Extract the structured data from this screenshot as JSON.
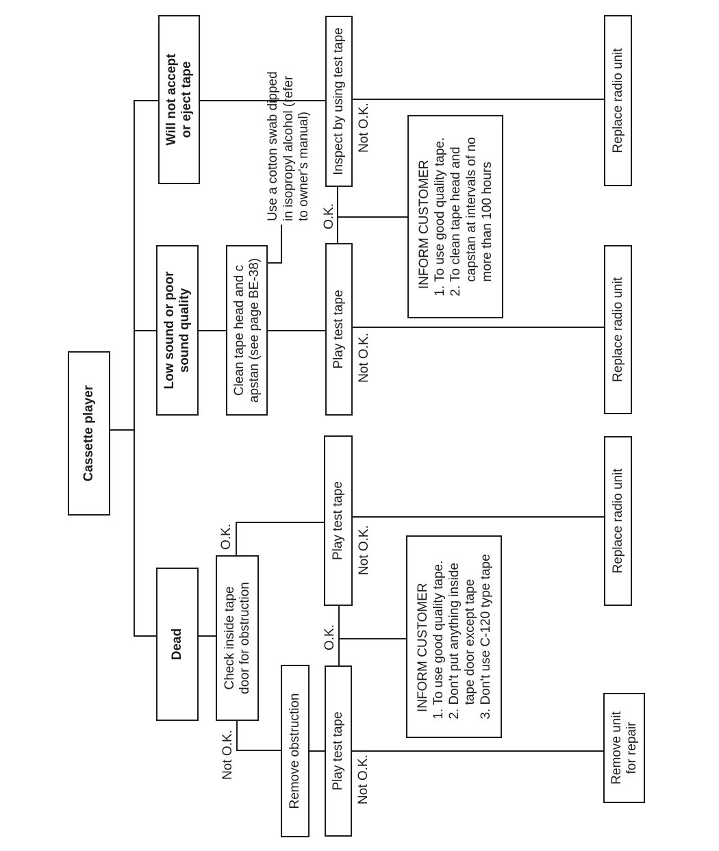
{
  "colors": {
    "ink": "#1c1c1c",
    "paper": "#ffffff"
  },
  "nodes": {
    "root": "Cassette player",
    "dead": "Dead",
    "low_sound": "Low sound or poor\nsound quality",
    "will_not_accept": "Will not accept\nor eject tape",
    "check_inside": "Check inside tape\ndoor for obstruction",
    "clean_head": "Clean tape head and c\napstan (see page BE-38)",
    "remove_obstruction": "Remove obstruction",
    "play_test_dead_not_ok": "Play test tape",
    "play_test_dead_ok": "Play test tape",
    "play_test_low": "Play test tape",
    "inspect_test": "Inspect by using test tape",
    "inform_dead": "  INFORM CUSTOMER\n1. To use good quality tape.\n2. Don't put anything inside\n    tape door except tape\n3. Don't use C-120 type tape",
    "inform_low": "  INFORM CUSTOMER\n1. To use good quality tape.\n2. To clean tape head and\n    capstan at intervals of no\n    more than 100 hours",
    "remove_unit": "Remove unit\nfor repair",
    "replace_radio_dead": "Replace radio unit",
    "replace_radio_low": "Replace radio unit",
    "replace_radio_wna": "Replace radio unit"
  },
  "annotation": "Use a cotton swab dipped\nin isopropyl alcohol (refer\nto owner's manual)",
  "edge_labels": {
    "check_not_ok": "Not O.K.",
    "check_ok": "O.K.",
    "dead_play_ok": "O.K.",
    "play_dead1_not_ok": "Not O.K.",
    "play_dead2_not_ok": "Not O.K.",
    "play_low_not_ok": "Not O.K.",
    "inspect_not_ok": "Not O.K.",
    "low_wna_ok": "O.K."
  }
}
